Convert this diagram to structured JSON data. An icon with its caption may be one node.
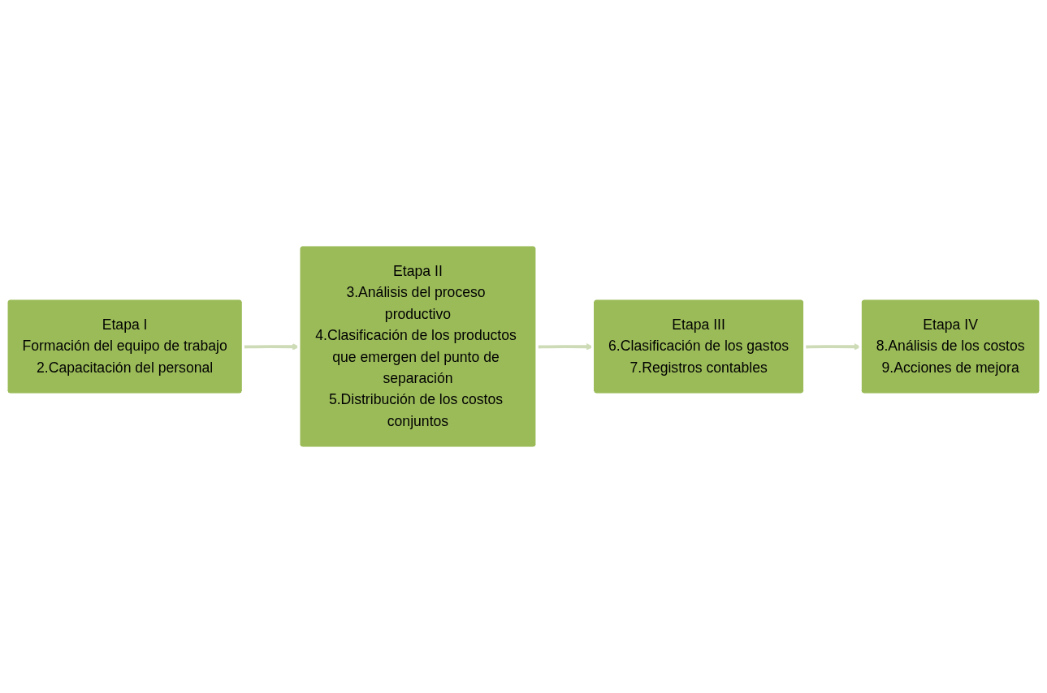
{
  "diagram": {
    "nodes": [
      {
        "text": [
          "Etapa I",
          "Formación del equipo de trabajo",
          "2.Capacitación del personal"
        ]
      },
      {
        "text": [
          "Etapa II",
          "3.Análisis del proceso productivo",
          "4.Clasificación de los productos que emergen del punto de separación",
          "5.Distribución de los costos conjuntos"
        ]
      },
      {
        "text": [
          "Etapa III",
          "6.Clasificación de los gastos",
          "7.Registros contables"
        ]
      },
      {
        "text": [
          "Etapa IV",
          "8.Análisis de los costos",
          "9.Acciones de mejora"
        ]
      }
    ],
    "edges": [
      {
        "from": 0,
        "to": 1,
        "arrow": "to"
      },
      {
        "from": 1,
        "to": 2,
        "arrow": "to"
      },
      {
        "from": 2,
        "to": 3,
        "arrow": "to"
      }
    ]
  }
}
